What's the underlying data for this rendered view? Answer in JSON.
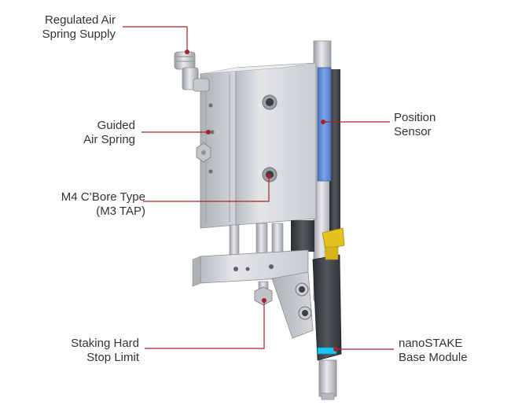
{
  "colors": {
    "leader": "#a3242a",
    "text": "#333333",
    "body_silver": "#d4d6d9",
    "sensor_blue": "#5b86d6",
    "tip_yellow": "#e5c21d",
    "led_cyan": "#19c6f5"
  },
  "callouts": [
    {
      "id": "regulated-air-spring-supply",
      "lines": [
        "Regulated Air",
        "Spring Supply"
      ]
    },
    {
      "id": "guided-air-spring",
      "lines": [
        "Guided",
        "Air Spring"
      ]
    },
    {
      "id": "m4-cbore-type",
      "lines": [
        "M4 C’Bore Type",
        "(M3 TAP)"
      ]
    },
    {
      "id": "staking-hard-stop-limit",
      "lines": [
        "Staking Hard",
        "Stop Limit"
      ]
    },
    {
      "id": "position-sensor",
      "lines": [
        "Position",
        "Sensor"
      ]
    },
    {
      "id": "nanostake-base-module",
      "lines": [
        "nanoSTAKE",
        "Base Module"
      ]
    }
  ]
}
